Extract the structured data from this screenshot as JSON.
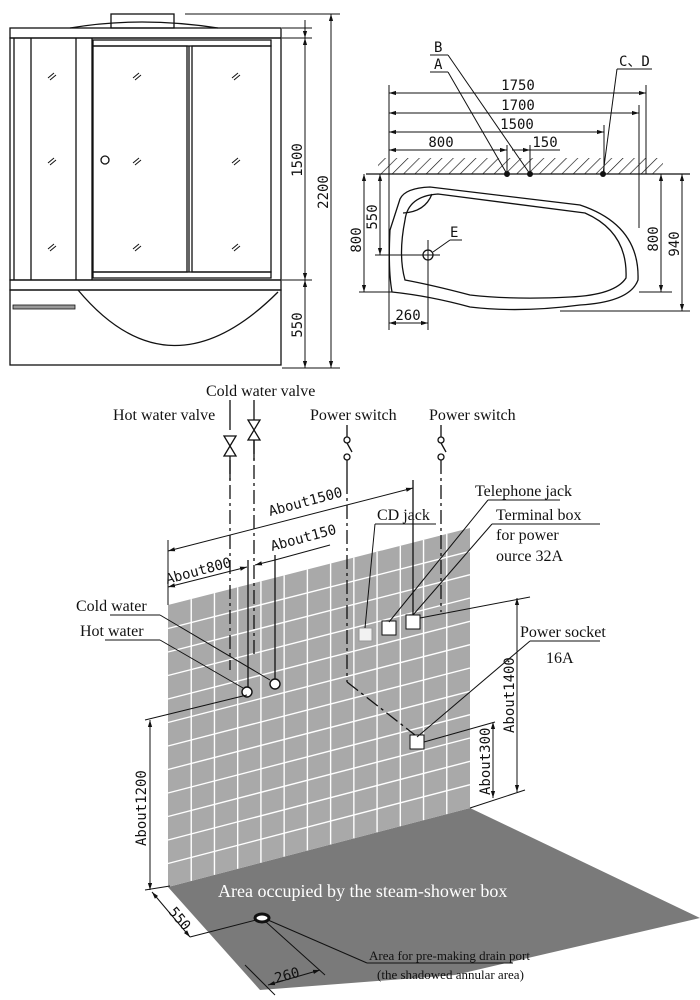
{
  "front_view": {
    "dimensions": {
      "total_height": "2200",
      "upper_height": "1500",
      "base_height": "550"
    }
  },
  "plan_view": {
    "points": {
      "a": "A",
      "b": "B",
      "cd": "C、D",
      "e": "E"
    },
    "dimensions": {
      "width_total": "1750",
      "width_1700": "1700",
      "to_cd": "1500",
      "to_a": "800",
      "a_to_b": "150",
      "depth_800_left": "800",
      "e_from_wall": "550",
      "depth_800_right": "800",
      "depth_total": "940",
      "e_from_left": "260"
    }
  },
  "installation_view": {
    "labels": {
      "cold_water_valve": "Cold water valve",
      "hot_water_valve": "Hot water valve",
      "power_switch_1": "Power switch",
      "power_switch_2": "Power switch",
      "telephone_jack": "Telephone jack",
      "cd_jack": "CD jack",
      "terminal_box_line1": "Terminal box",
      "terminal_box_line2": "for power",
      "terminal_box_line3": "ource  32A",
      "cold_water": "Cold water",
      "hot_water": "Hot water",
      "power_socket_line1": "Power socket",
      "power_socket_line2": "16A",
      "floor_area": "Area occupied by the steam-shower box",
      "drain_line1": "Area for pre-making drain port",
      "drain_line2": "(the shadowed annular area)"
    },
    "dimensions": {
      "about_1500": "About1500",
      "about_800": "About800",
      "about_150": "About150",
      "about_1400": "About1400",
      "about_300": "About300",
      "about_1200": "About1200",
      "floor_550": "550",
      "floor_260": "260"
    }
  },
  "colors": {
    "line": "#111111",
    "wall_tile": "#a9a9a9",
    "tile_grout": "#ffffff",
    "floor_area": "#7a7a7a",
    "background": "#ffffff"
  }
}
